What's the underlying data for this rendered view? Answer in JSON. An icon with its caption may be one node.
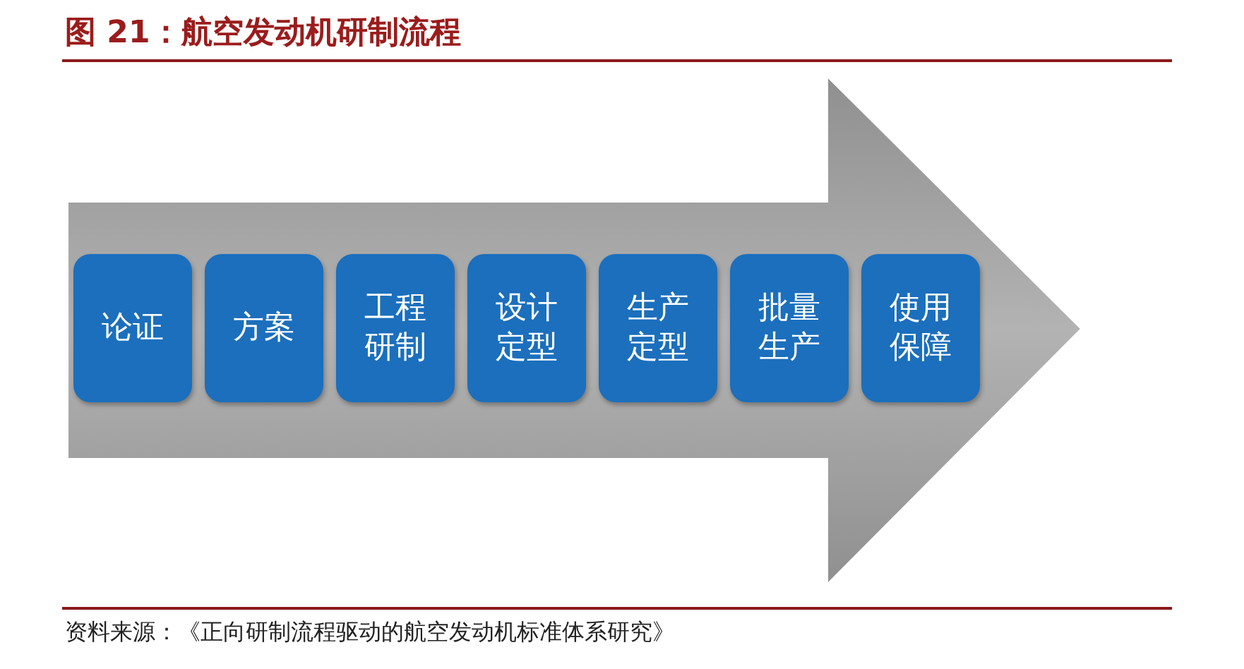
{
  "diagram": {
    "title": "图 21：航空发动机研制流程",
    "caption": "资料来源：《正向研制流程驱动的航空发动机标准体系研究》",
    "nodes": [
      {
        "text": [],
        "shape": "arrow"
      },
      {
        "text": [
          "论证"
        ],
        "in": 0
      },
      {
        "text": [
          "方案"
        ],
        "in": 0
      },
      {
        "text": [
          "工程研制"
        ],
        "in": 0
      },
      {
        "text": [
          "设计定型"
        ],
        "in": 0
      },
      {
        "text": [
          "生产定型"
        ],
        "in": 0
      },
      {
        "text": [
          "批量生产"
        ],
        "in": 0
      },
      {
        "text": [
          "使用保障"
        ],
        "in": 0
      }
    ],
    "edges": []
  }
}
